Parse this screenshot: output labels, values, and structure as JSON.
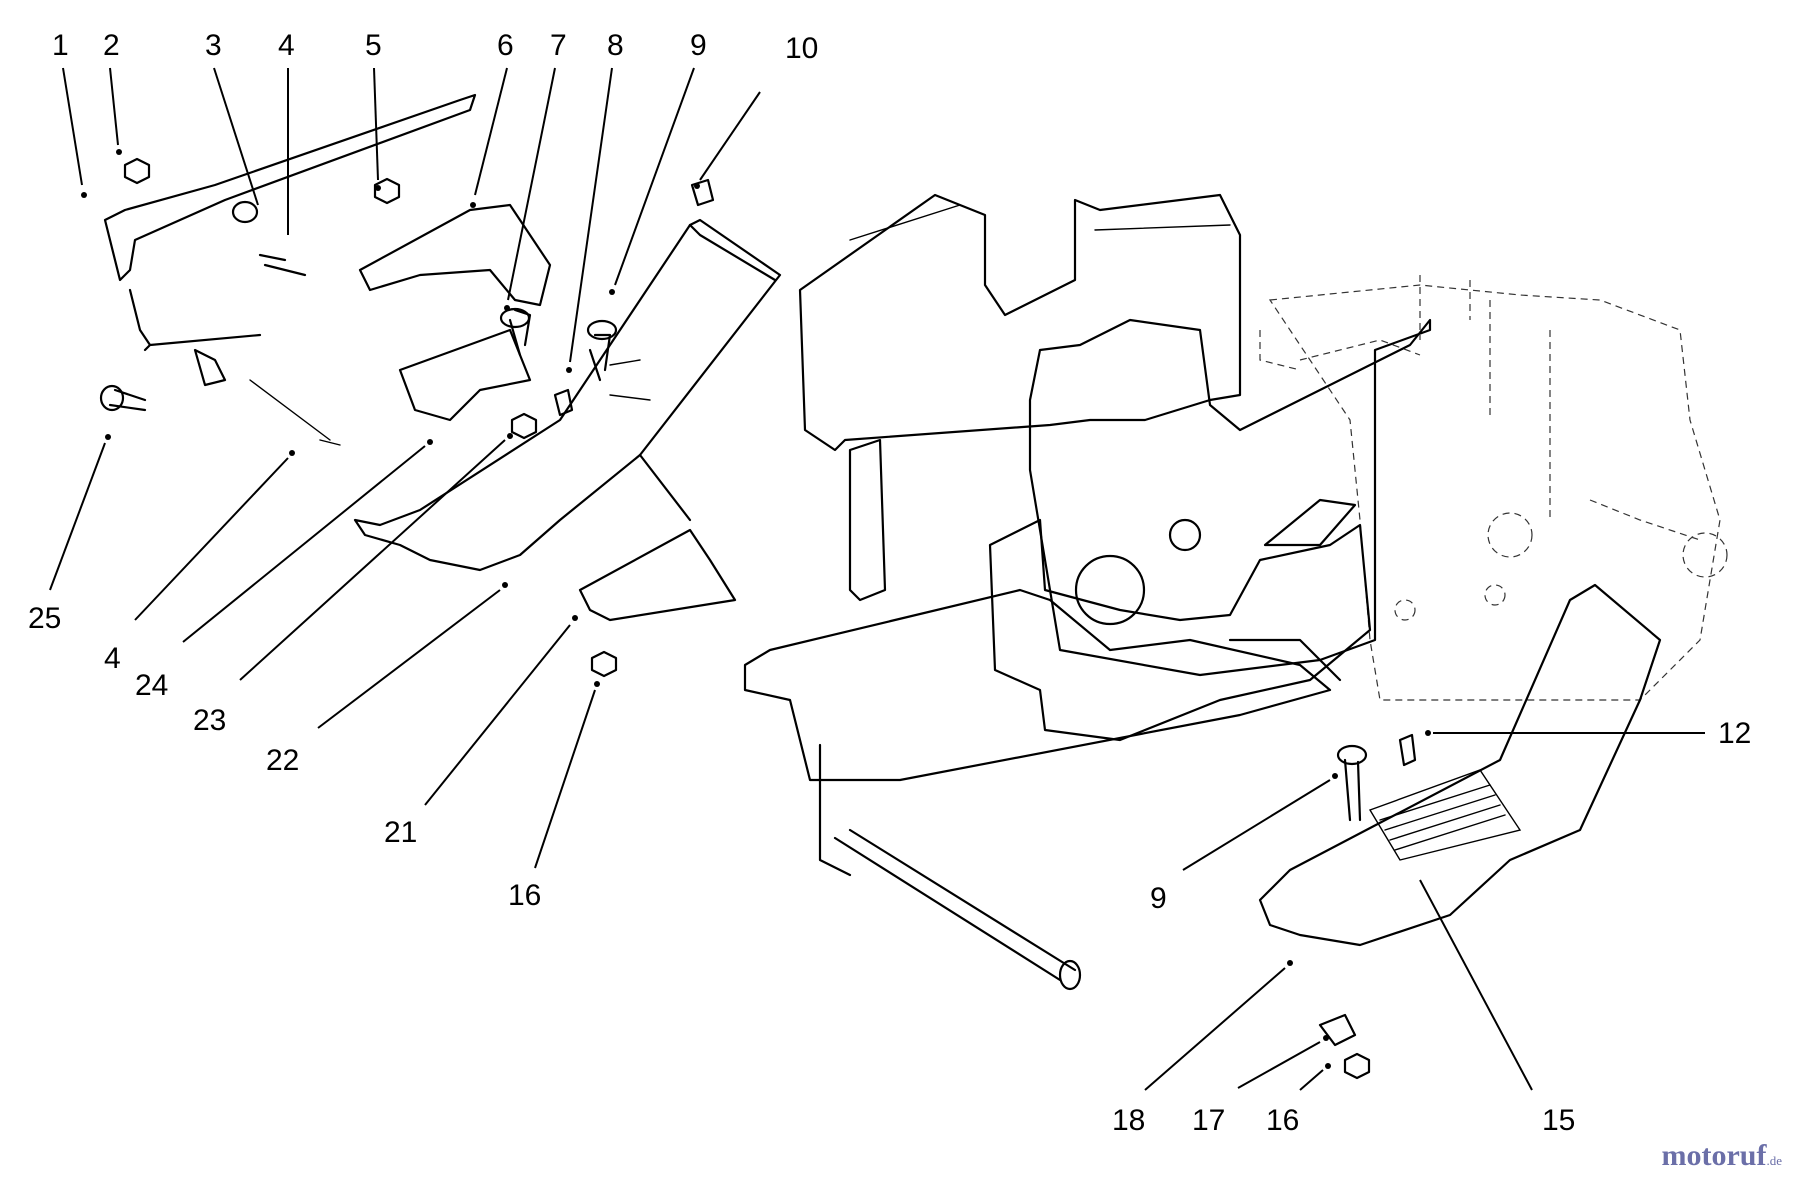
{
  "diagram": {
    "callouts": [
      {
        "label": "1"
      },
      {
        "label": "2"
      },
      {
        "label": "3"
      },
      {
        "label": "4"
      },
      {
        "label": "5"
      },
      {
        "label": "6"
      },
      {
        "label": "7"
      },
      {
        "label": "8"
      },
      {
        "label": "9"
      },
      {
        "label": "10"
      },
      {
        "label": "25"
      },
      {
        "label": "4"
      },
      {
        "label": "24"
      },
      {
        "label": "23"
      },
      {
        "label": "22"
      },
      {
        "label": "21"
      },
      {
        "label": "16"
      },
      {
        "label": "12"
      },
      {
        "label": "9"
      },
      {
        "label": "18"
      },
      {
        "label": "17"
      },
      {
        "label": "16"
      },
      {
        "label": "15"
      }
    ]
  },
  "watermark": {
    "brand": "motoruf",
    "domain": ".de",
    "color": "#6b6fa8"
  }
}
